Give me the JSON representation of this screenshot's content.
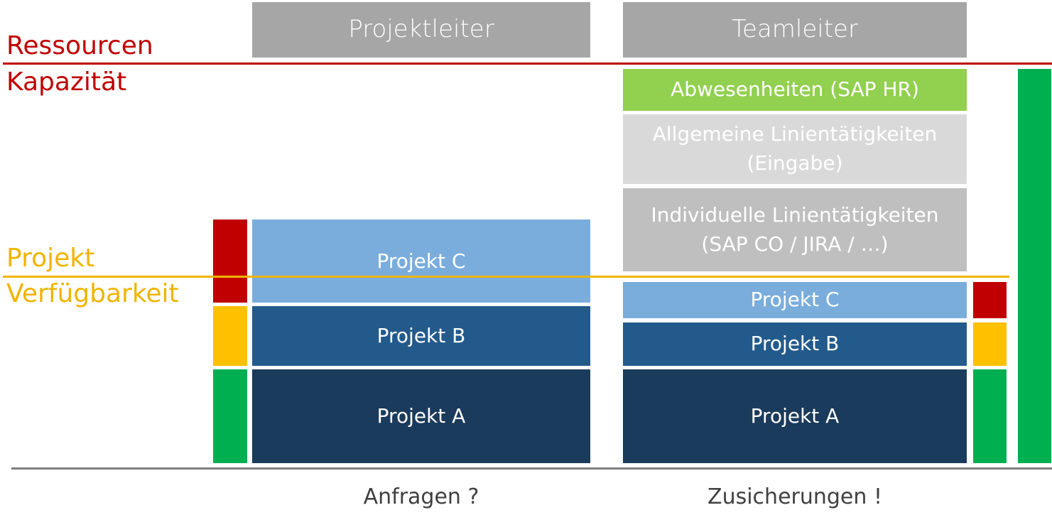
{
  "labels": {
    "ressourcen": "Ressourcen",
    "kapazitaet": "Kapazität",
    "projekt": "Projekt",
    "verfuegbarkeit": "Verfügbarkeit"
  },
  "columns": {
    "projektleiter": {
      "header": "Projektleiter",
      "footer": "Anfragen ?",
      "blocks": {
        "c": "Projekt C",
        "b": "Projekt B",
        "a": "Projekt A"
      }
    },
    "teamleiter": {
      "header": "Teamleiter",
      "footer": "Zusicherungen !",
      "absence": "Abwesenheiten (SAP HR)",
      "general_line_1": "Allgemeine Linientätigkeiten",
      "general_line_2": "(Eingabe)",
      "individual_line_1": "Individuelle Linientätigkeiten",
      "individual_line_2": "(SAP CO / JIRA / …)",
      "blocks": {
        "c": "Projekt C",
        "b": "Projekt B",
        "a": "Projekt A"
      }
    }
  },
  "colors": {
    "header_gray": "#a6a6a6",
    "absence_green": "#92d050",
    "general_gray": "#d9d9d9",
    "individual_gray": "#bfbfbf",
    "projekt_c": "#7aaddc",
    "projekt_b": "#235a8c",
    "projekt_a": "#1b3b5c",
    "status_red": "#c00000",
    "status_yellow": "#ffc000",
    "status_green": "#00b050",
    "line_red": "#c00000",
    "line_gold": "#f0b400",
    "baseline_gray": "#7f7f7f"
  }
}
